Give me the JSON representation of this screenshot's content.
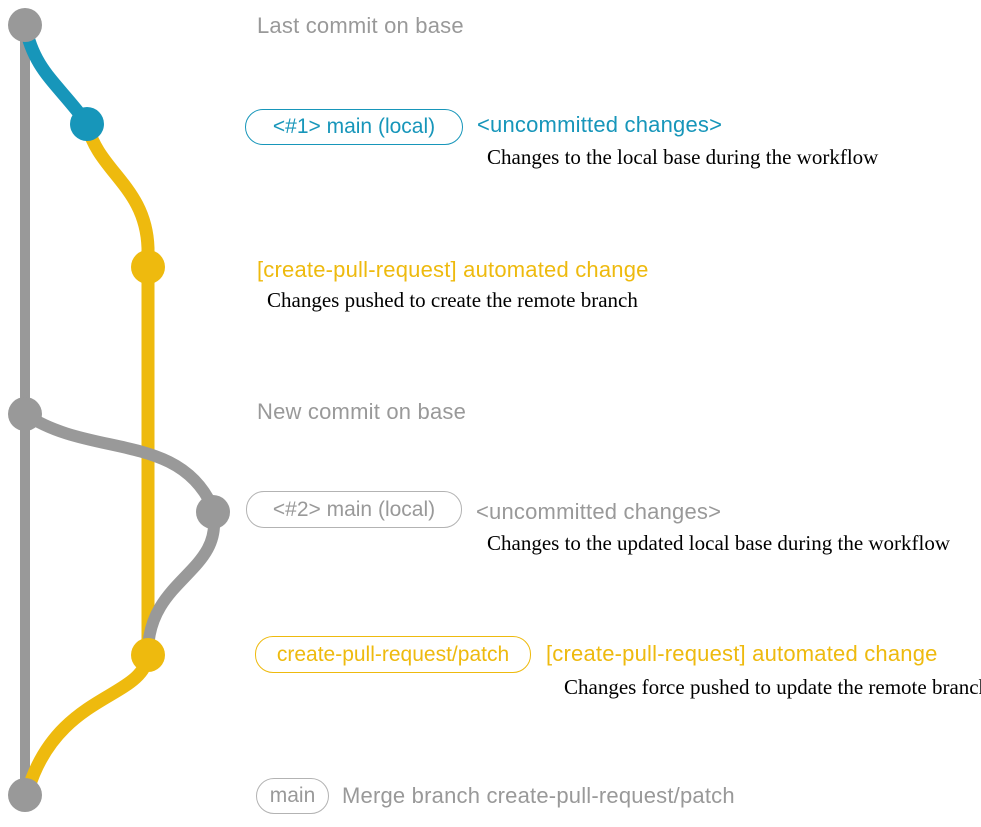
{
  "colors": {
    "base_gray": "#999999",
    "teal": "#1796ba",
    "yellow": "#eeba0e",
    "caption_black": "#000000",
    "pill_gray_border": "#b3b3b3"
  },
  "graph": {
    "description": "Git commit graph for the create-pull-request workflow",
    "branches": [
      {
        "name": "base",
        "color": "#999999"
      },
      {
        "name": "main (local)",
        "color": "#1796ba"
      },
      {
        "name": "create-pull-request/patch",
        "color": "#eeba0e"
      }
    ],
    "commits": [
      {
        "id": "last-commit-on-base",
        "branch": "base",
        "color": "#999999"
      },
      {
        "id": "main-local-1",
        "branch": "main (local)",
        "color": "#1796ba"
      },
      {
        "id": "automated-change-1",
        "branch": "create-pull-request/patch",
        "color": "#eeba0e"
      },
      {
        "id": "new-commit-on-base",
        "branch": "base",
        "color": "#999999"
      },
      {
        "id": "main-local-2",
        "branch": "main (local)",
        "color": "#999999"
      },
      {
        "id": "automated-change-2",
        "branch": "create-pull-request/patch",
        "color": "#eeba0e"
      },
      {
        "id": "merge-commit",
        "branch": "base",
        "color": "#999999"
      }
    ]
  },
  "annotations": {
    "last_commit": "Last commit on base",
    "pill_main_local_1": "<#1> main (local)",
    "uncommitted_1": "<uncommitted changes>",
    "caption_1": "Changes to the local base during the workflow",
    "automated_change_1": "[create-pull-request] automated change",
    "caption_2": "Changes pushed to create the remote branch",
    "new_commit": "New commit on base",
    "pill_main_local_2": "<#2> main (local)",
    "uncommitted_2": "<uncommitted changes>",
    "caption_3": "Changes to the updated local base during the workflow",
    "pill_patch_branch": "create-pull-request/patch",
    "automated_change_2": "[create-pull-request] automated change",
    "caption_4": "Changes force pushed to update the remote branch",
    "pill_main": "main",
    "merge_message": "Merge branch create-pull-request/patch"
  }
}
